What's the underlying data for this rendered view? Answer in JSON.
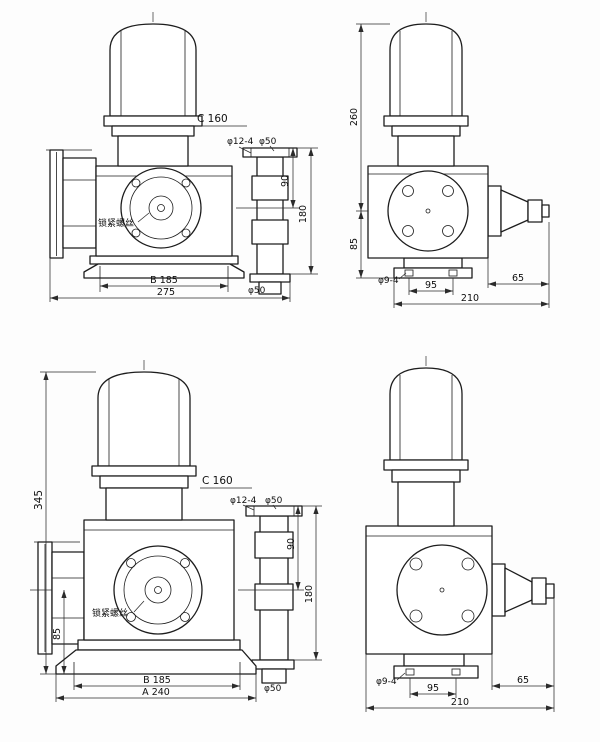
{
  "views": {
    "front_small": {
      "motor_flange": "C 160",
      "bolt_holes": "φ12-4",
      "flange_top": "φ50",
      "dim_center": "90",
      "dim_flanges": "180",
      "lock_screw": "锁紧螺丝",
      "dim_b": "B 185",
      "dim_length": "275",
      "flange_bottom": "φ50"
    },
    "side_small": {
      "dim_height_upper": "260",
      "dim_center_height": "85",
      "foot_holes": "φ9-4",
      "dim_foot_span": "95",
      "dim_outlet": "65",
      "dim_depth": "210"
    },
    "front_large": {
      "dim_height": "345",
      "motor_flange": "C 160",
      "bolt_holes": "φ12-4",
      "flange_top": "φ50",
      "dim_center": "90",
      "dim_flanges": "180",
      "lock_screw": "锁紧螺丝",
      "dim_center_height": "85",
      "dim_b": "B 185",
      "dim_a": "A 240",
      "flange_bottom": "φ50"
    },
    "side_large": {
      "foot_holes": "φ9-4",
      "dim_foot_span": "95",
      "dim_outlet": "65",
      "dim_depth": "210"
    }
  }
}
